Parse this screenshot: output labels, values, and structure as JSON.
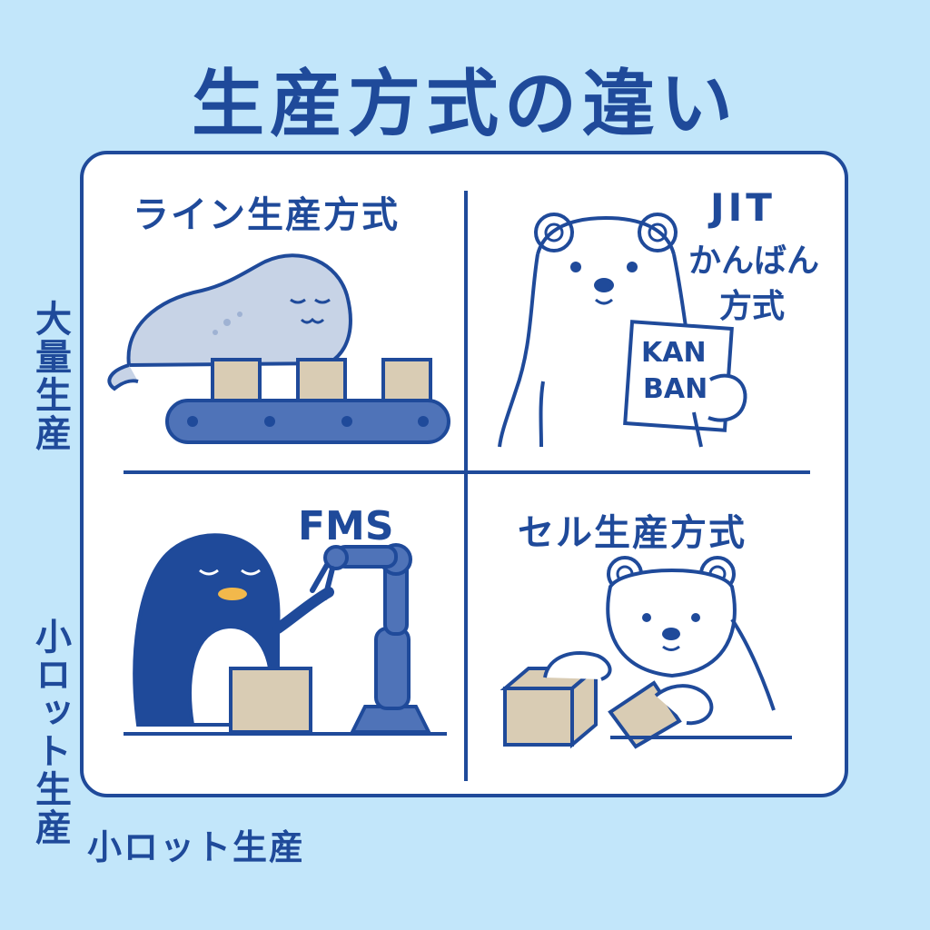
{
  "title": "生産方式の違い",
  "axis": {
    "left_top": "大量生産",
    "left_bottom": "小ロット生産",
    "bottom": "小ロット生産"
  },
  "quadrants": {
    "top_left": {
      "label": "ライン生産方式",
      "character": "seal-on-conveyor"
    },
    "top_right": {
      "label_line1": "JIT",
      "label_line2": "かんばん",
      "label_line3": "方式",
      "sign_line1": "KAN",
      "sign_line2": "BAN",
      "character": "polar-bear-holding-kanban"
    },
    "bottom_left": {
      "label": "FMS",
      "character": "penguin-with-robot-arm"
    },
    "bottom_right": {
      "label": "セル生産方式",
      "character": "polar-bear-with-boxes"
    }
  },
  "colors": {
    "background": "#c2e6fa",
    "ink": "#1f4a9a",
    "panel": "#ffffff",
    "box": "#d9ccb4",
    "seal": "#c7d3e6",
    "penguin": "#1f4a9a",
    "robot": "#4f73b8",
    "beak": "#f2b84b"
  }
}
